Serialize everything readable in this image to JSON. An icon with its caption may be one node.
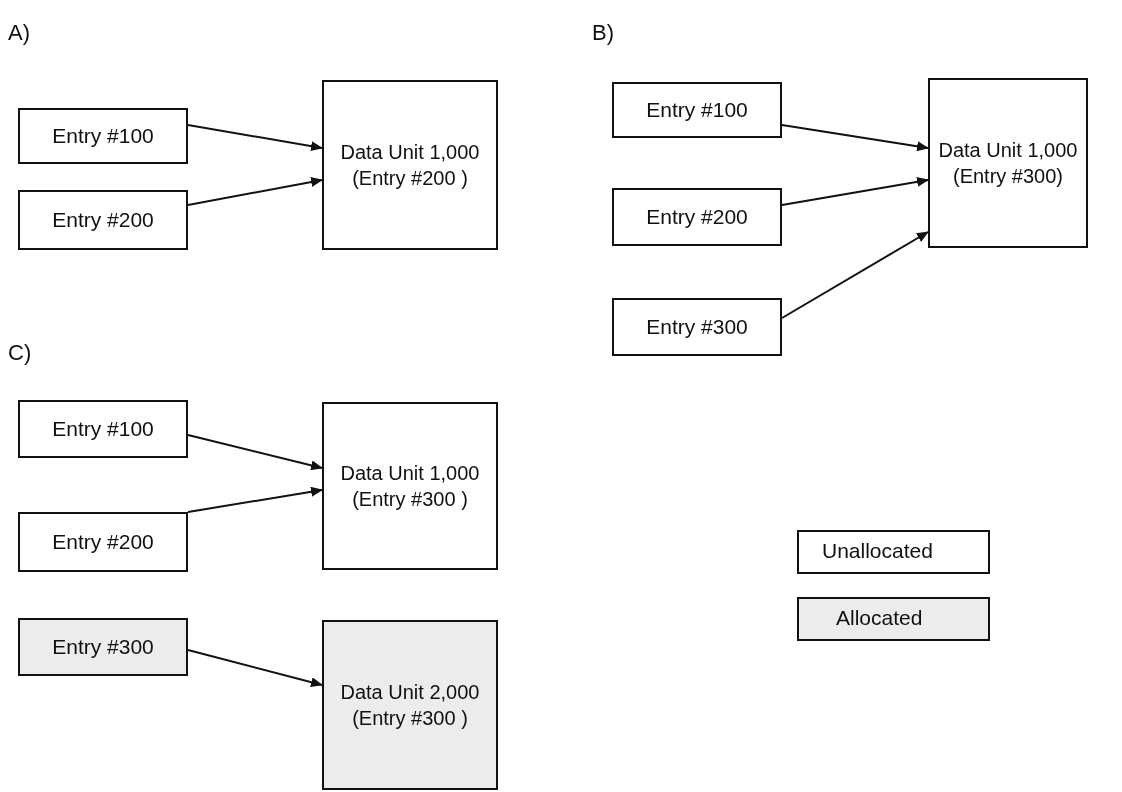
{
  "diagram": {
    "nodes": [
      {
        "text": [
          "Entry #100"
        ]
      },
      {
        "text": [
          "Entry #200"
        ]
      },
      {
        "text": [
          "Data Unit 1,000 (Entry #200 )"
        ]
      },
      {
        "text": [
          "Entry #100"
        ]
      },
      {
        "text": [
          "Entry #200"
        ]
      },
      {
        "text": [
          "Entry #300"
        ]
      },
      {
        "text": [
          "Data Unit 1,000 (Entry #300)"
        ]
      },
      {
        "text": [
          "Entry #100"
        ]
      },
      {
        "text": [
          "Entry #200"
        ]
      },
      {
        "text": [
          "Data Unit 1,000 (Entry #300 )"
        ]
      },
      {
        "text": [
          "Entry #300"
        ]
      },
      {
        "text": [
          "Data Unit 2,000 (Entry #300 )"
        ]
      }
    ],
    "edges": [
      {
        "from": 0,
        "to": 2,
        "arrow": "to"
      },
      {
        "from": 1,
        "to": 2,
        "arrow": "to"
      },
      {
        "from": 3,
        "to": 6,
        "arrow": "to"
      },
      {
        "from": 4,
        "to": 6,
        "arrow": "to"
      },
      {
        "from": 5,
        "to": 6,
        "arrow": "to"
      },
      {
        "from": 7,
        "to": 9,
        "arrow": "to"
      },
      {
        "from": 8,
        "to": 9,
        "arrow": "to"
      },
      {
        "from": 10,
        "to": 11,
        "arrow": "to"
      }
    ],
    "labels": [
      "A)",
      "B)",
      "C)"
    ],
    "legend": [
      {
        "text": "Unallocated",
        "color": "#ffffff"
      },
      {
        "text": "Allocated",
        "color": "#ececec"
      }
    ]
  }
}
